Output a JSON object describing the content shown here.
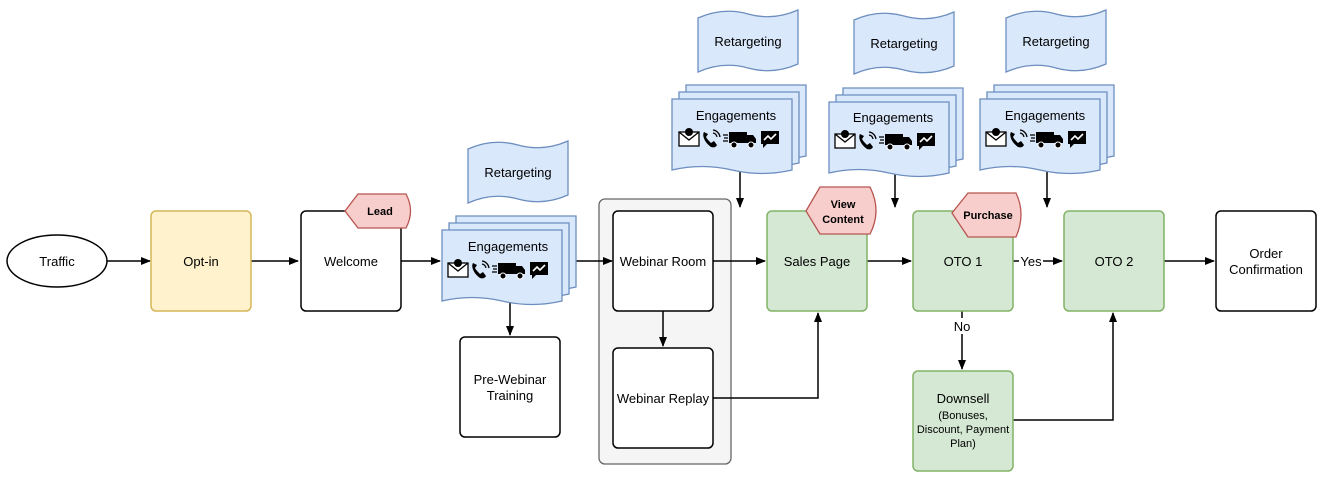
{
  "nodes": {
    "traffic": "Traffic",
    "optin": "Opt-in",
    "welcome": "Welcome",
    "pre_webinar": [
      "Pre-Webinar",
      "Training"
    ],
    "webinar_room": "Webinar Room",
    "webinar_replay": "Webinar Replay",
    "sales_page": "Sales Page",
    "oto1": "OTO 1",
    "oto2": "OTO 2",
    "order": [
      "Order",
      "Confirmation"
    ],
    "downsell": [
      "Downsell",
      "(Bonuses,",
      "Discount, Payment",
      "Plan)"
    ]
  },
  "tags": {
    "lead": "Lead",
    "view_content": [
      "View",
      "Content"
    ],
    "purchase": "Purchase"
  },
  "engagements_label": "Engagements",
  "retargeting_label": "Retargeting",
  "edge_labels": {
    "yes": "Yes",
    "no": "No"
  },
  "engagement_icons": [
    "envelope-icon",
    "phone-icon",
    "truck-icon",
    "messenger-icon"
  ],
  "colors": {
    "optin_fill": "#fff2cc",
    "optin_stroke": "#d6b656",
    "green_fill": "#d5e8d4",
    "green_stroke": "#82b366",
    "blue_fill": "#dae8fc",
    "blue_stroke": "#6c8ebf",
    "red_fill": "#f8cecc",
    "red_stroke": "#b85450",
    "group_fill": "#f5f5f5",
    "group_stroke": "#666666"
  }
}
